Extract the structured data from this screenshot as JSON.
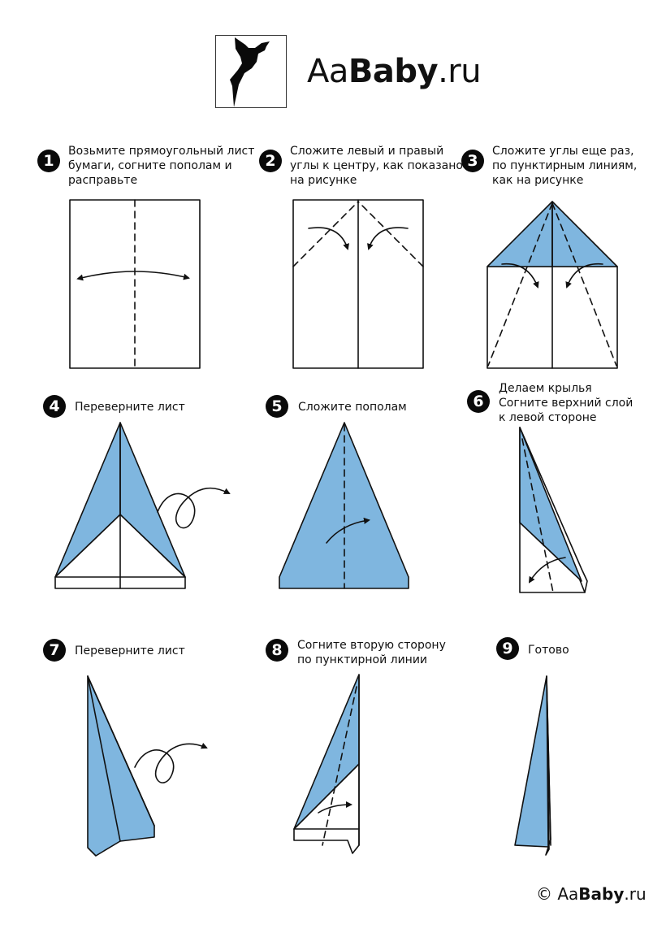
{
  "brand": {
    "prefix": "Aa",
    "bold": "Baby",
    "suffix": ".ru"
  },
  "footer": {
    "copyright": "©",
    "prefix": " Aa",
    "bold": "Baby",
    "suffix": ".ru"
  },
  "colors": {
    "fold_blue": "#7fb6df",
    "line": "#111111",
    "paper": "#ffffff"
  },
  "steps": [
    {
      "number": "1",
      "text": "Возьмите прямоугольный лист\nбумаги, согните пополам и\nрасправьте"
    },
    {
      "number": "2",
      "text": "Сложите левый и правый\nуглы к центру, как показано\nна рисунке"
    },
    {
      "number": "3",
      "text": "Сложите углы еще раз,\nпо пунктирным линиям,\nкак на рисунке"
    },
    {
      "number": "4",
      "text": "Переверните лист"
    },
    {
      "number": "5",
      "text": "Сложите пополам"
    },
    {
      "number": "6",
      "text": "Делаем крылья\nСогните верхний слой\nк левой стороне"
    },
    {
      "number": "7",
      "text": "Переверните лист"
    },
    {
      "number": "8",
      "text": "Согните вторую сторону\nпо пунктирной линии"
    },
    {
      "number": "9",
      "text": "Готово"
    }
  ]
}
